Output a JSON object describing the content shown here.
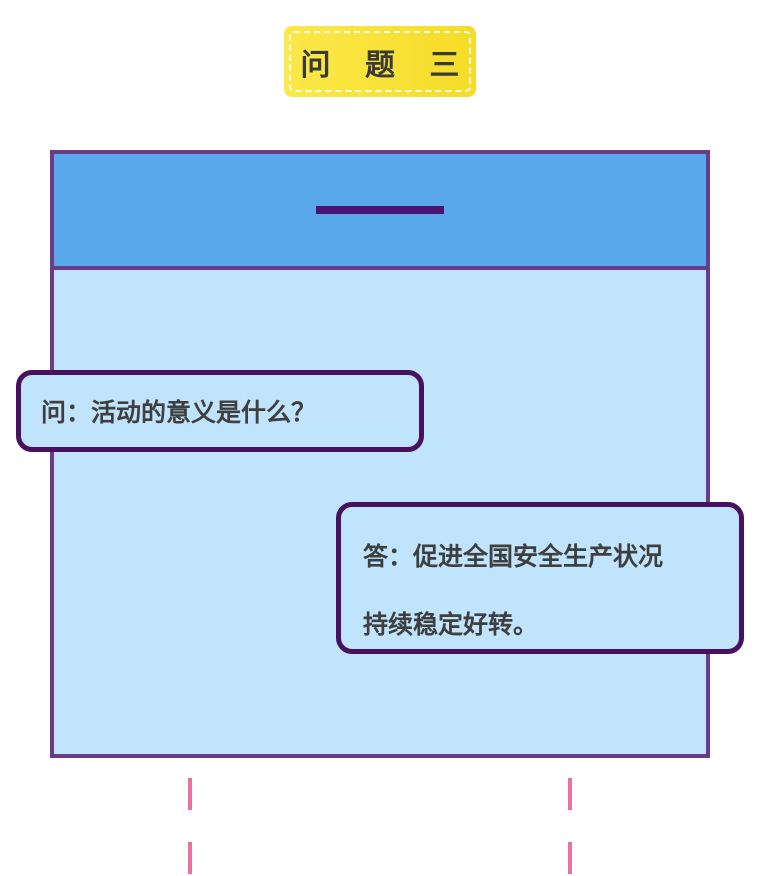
{
  "badge": {
    "label": "问 题 三"
  },
  "question": {
    "text": "问：活动的意义是什么？"
  },
  "answer": {
    "line1": "答：促进全国安全生产状况",
    "line2": "持续稳定好转。"
  },
  "colors": {
    "badge_yellow": "#f6dc28",
    "header_blue": "#5aa8ec",
    "panel_light_blue": "#bfe4fb",
    "border_purple": "#6a3b8a",
    "bubble_border": "#4a1060",
    "dash_pink": "#ef6fa0"
  }
}
